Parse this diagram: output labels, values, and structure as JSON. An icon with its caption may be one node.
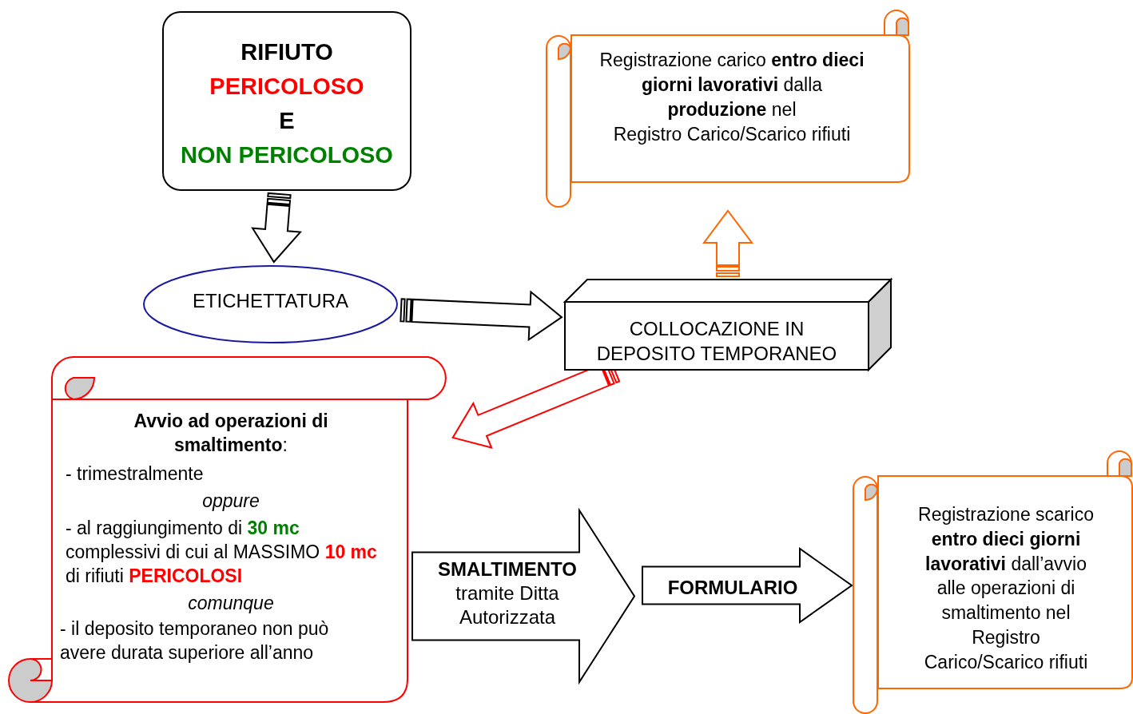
{
  "diagram": {
    "nodes": [
      {
        "text": [
          "RIFIUTO",
          "PERICOLOSO",
          "E",
          "NON PERICOLOSO"
        ]
      },
      {
        "text": [
          "ETICHETTATURA"
        ]
      },
      {
        "text": [
          "COLLOCAZIONE IN DEPOSITO TEMPORANEO"
        ]
      },
      {
        "text": [
          "Registrazione carico **entro dieci giorni lavorativi** dalla **produzione** nel",
          "Registro Carico/Scarico rifiuti"
        ]
      },
      {
        "text": [
          "**Avvio ad operazioni di smaltimento**:",
          "- trimestralmente",
          "oppure",
          "- al raggiungimento di **30 mc** complessivi di cui al MASSIMO **10 mc** di rifiuti **PERICOLOSI**",
          "comunque",
          "- il deposito temporaneo non può avere durata superiore all’anno"
        ]
      },
      {
        "text": [
          "SMALTIMENTO",
          "tramite Ditta Autorizzata"
        ]
      },
      {
        "text": [
          "FORMULARIO"
        ]
      },
      {
        "text": [
          "Registrazione scarico **entro dieci giorni lavorativi** dall’avvio alle operazioni di smaltimento nel Registro Carico/Scarico rifiuti"
        ]
      }
    ],
    "edges": [
      {
        "from": 0,
        "to": 1,
        "arrow": "to"
      },
      {
        "from": 1,
        "to": 2,
        "arrow": "to"
      },
      {
        "from": 2,
        "to": 3,
        "arrow": "to",
        "color": "#ff6600"
      },
      {
        "from": 2,
        "to": 4,
        "arrow": "to",
        "color": "#ff0000"
      },
      {
        "from": 4,
        "to": 6,
        "arrow": "to"
      },
      {
        "from": 5,
        "to": 7,
        "arrow": "to"
      }
    ]
  }
}
